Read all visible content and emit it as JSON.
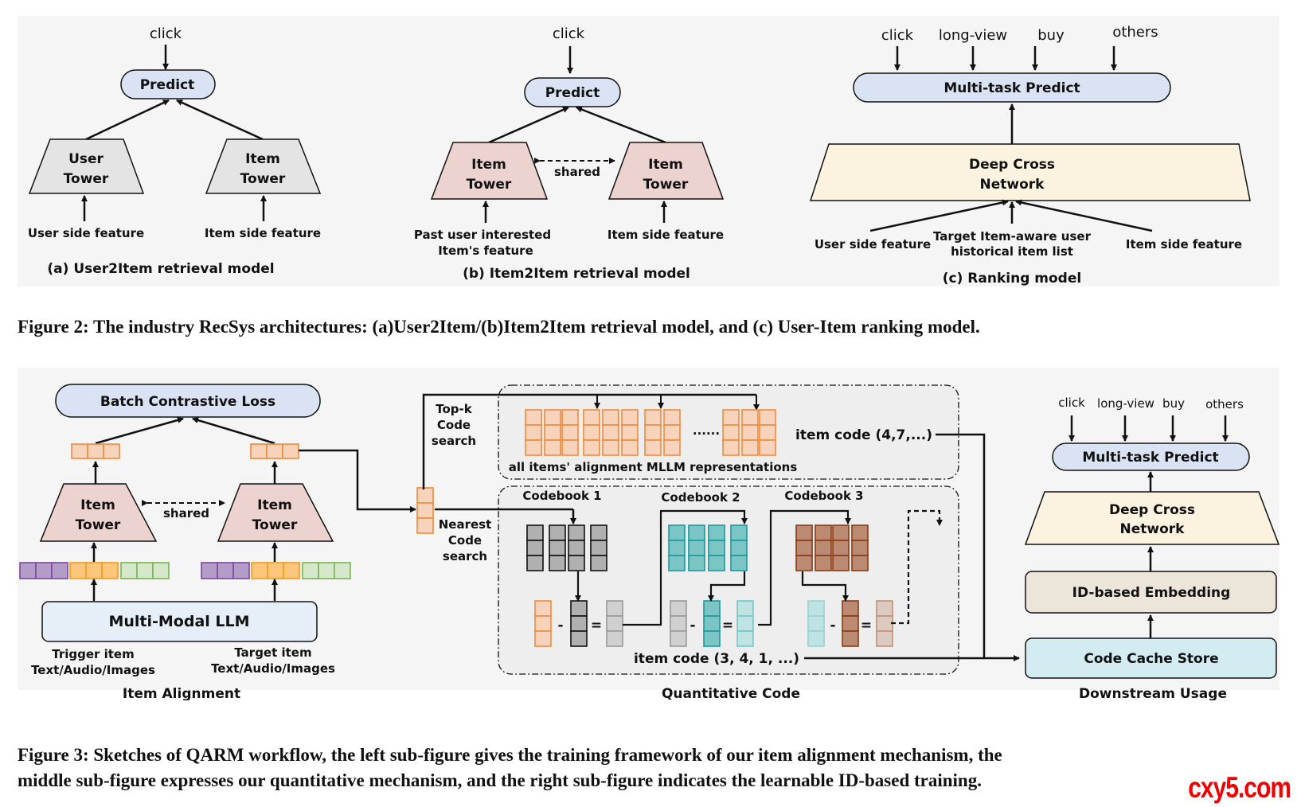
{
  "figure2": {
    "panel_a": {
      "target": "click",
      "predict": "Predict",
      "left_tower": [
        "User",
        "Tower"
      ],
      "right_tower": [
        "Item",
        "Tower"
      ],
      "left_input": "User side feature",
      "right_input": "Item side feature",
      "caption": "(a) User2Item retrieval model"
    },
    "panel_b": {
      "target": "click",
      "predict": "Predict",
      "left_tower": [
        "Item",
        "Tower"
      ],
      "right_tower": [
        "Item",
        "Tower"
      ],
      "shared": "shared",
      "left_input": [
        "Past user interested",
        "Item's feature"
      ],
      "right_input": "Item side feature",
      "caption": "(b) Item2Item retrieval model"
    },
    "panel_c": {
      "targets": [
        "click",
        "long-view",
        "buy",
        "others"
      ],
      "predict": "Multi-task Predict",
      "network": [
        "Deep Cross",
        "Network"
      ],
      "inputs": {
        "user": "User side feature",
        "history": [
          "Target Item-aware user",
          "historical item list"
        ],
        "item": "Item side feature"
      },
      "caption": "(c) Ranking model"
    },
    "caption": "Figure 2: The industry RecSys architectures: (a)User2Item/(b)Item2Item retrieval model, and (c) User-Item ranking model."
  },
  "figure3": {
    "alignment": {
      "loss": "Batch Contrastive Loss",
      "left_tower": [
        "Item",
        "Tower"
      ],
      "right_tower": [
        "Item",
        "Tower"
      ],
      "shared": "shared",
      "llm": "Multi-Modal LLM",
      "left_input": [
        "Trigger item",
        "Text/Audio/Images"
      ],
      "right_input": [
        "Target item",
        "Text/Audio/Images"
      ],
      "title": "Item Alignment"
    },
    "quantitative": {
      "topk_label": [
        "Top-k",
        "Code",
        "search"
      ],
      "nearest_label": [
        "Nearest",
        "Code",
        "search"
      ],
      "ellipsis": "......",
      "reps_label": "all items' alignment  MLLM representations",
      "topk_code": "item code (4,7,...)",
      "codebooks": [
        "Codebook 1",
        "Codebook 2",
        "Codebook 3"
      ],
      "minus": "-",
      "equals": "=",
      "rq_code": "item code (3, 4, 1, ...)",
      "title": "Quantitative Code"
    },
    "downstream": {
      "targets": [
        "click",
        "long-view",
        "buy",
        "others"
      ],
      "predict": "Multi-task Predict",
      "network": [
        "Deep Cross",
        "Network"
      ],
      "embedding": "ID-based Embedding",
      "cache": "Code Cache Store",
      "title": "Downstream Usage"
    },
    "caption_lines": [
      "Figure 3: Sketches of QARM workflow, the left sub-figure gives the training framework of our item alignment mechanism, the",
      "middle sub-figure expresses our quantitative mechanism, and the right sub-figure indicates the learnable ID-based training."
    ]
  },
  "watermark": "cxy5.com",
  "colors": {
    "predict_fill": "#dae3f3",
    "gray_tower": "#e6e6e6",
    "pink_tower": "#ecd3d0",
    "dcn_fill": "#fbf3e0",
    "orange_cell": "#f7d3bb",
    "orange_stroke": "#ee8a3c",
    "purple_cell": "#b39cc8",
    "purple_stroke": "#7a4a9a",
    "yellow_cell": "#fdc67a",
    "yellow_stroke": "#f39a1c",
    "green_cell": "#d5e8c9",
    "green_stroke": "#7ab455",
    "gray_cell": "#b0b0b0",
    "teal_cell": "#7bc5c6",
    "teal_stroke": "#1a9a9a",
    "brown_cell": "#bb8a72",
    "brown_stroke": "#8a3a14",
    "embed_fill": "#ece6da",
    "cache_fill": "#d3ecf2",
    "llm_fill": "#e6eef8"
  }
}
